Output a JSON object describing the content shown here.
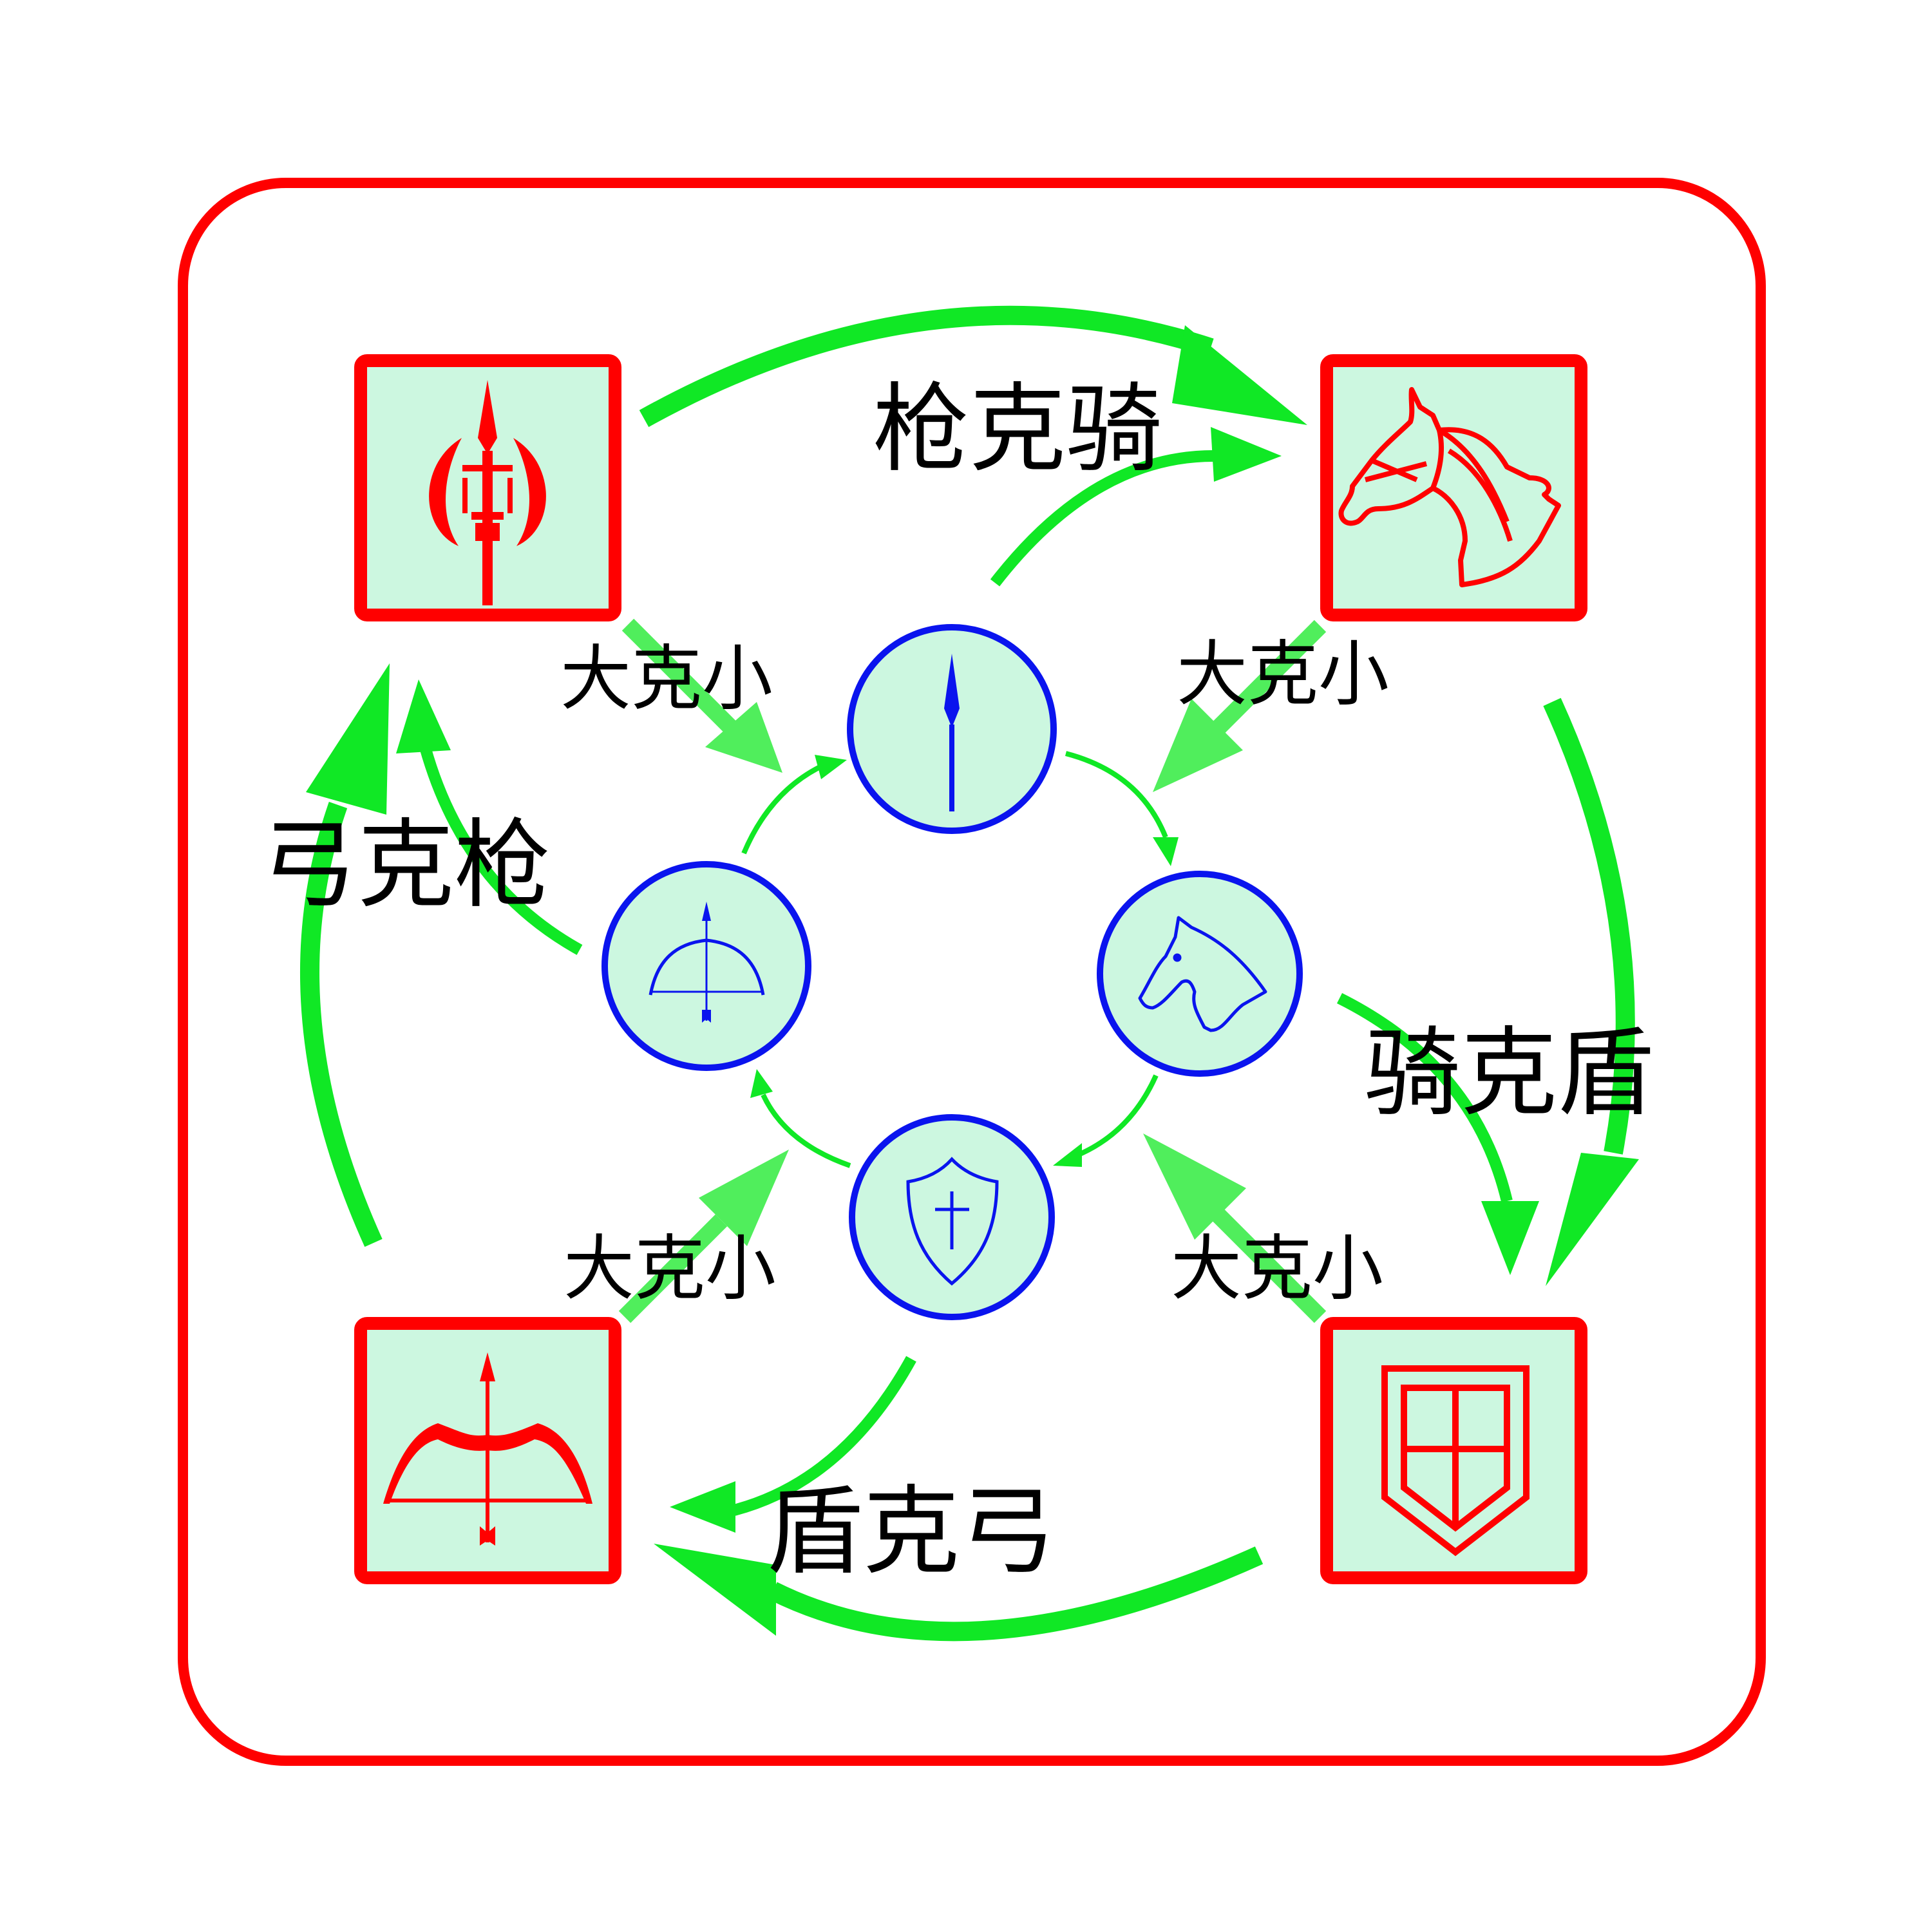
{
  "colors": {
    "frame": "#ff0000",
    "box_fill": "#ccf7e0",
    "unit_stroke": "#ff0000",
    "inner_stroke": "#0a14ee",
    "arrow_main": "#10e825",
    "arrow_light": "#50ee5c",
    "text": "#000000"
  },
  "outer_units": {
    "spear": {
      "icon": "spear-icon"
    },
    "cavalry": {
      "icon": "horse-head-icon"
    },
    "shield": {
      "icon": "shield-icon"
    },
    "archer": {
      "icon": "bow-arrow-icon"
    }
  },
  "inner_units": {
    "spear": {
      "icon": "spear-icon"
    },
    "cavalry": {
      "icon": "horse-head-icon"
    },
    "shield": {
      "icon": "shield-cross-icon"
    },
    "archer": {
      "icon": "bow-arrow-icon"
    }
  },
  "relations": {
    "spear_beats_cavalry": "枪克骑",
    "cavalry_beats_shield": "骑克盾",
    "shield_beats_archer": "盾克弓",
    "archer_beats_spear": "弓克枪"
  },
  "size_labels": {
    "top_left": "大克小",
    "top_right": "大克小",
    "bottom_left": "大克小",
    "bottom_right": "大克小"
  }
}
